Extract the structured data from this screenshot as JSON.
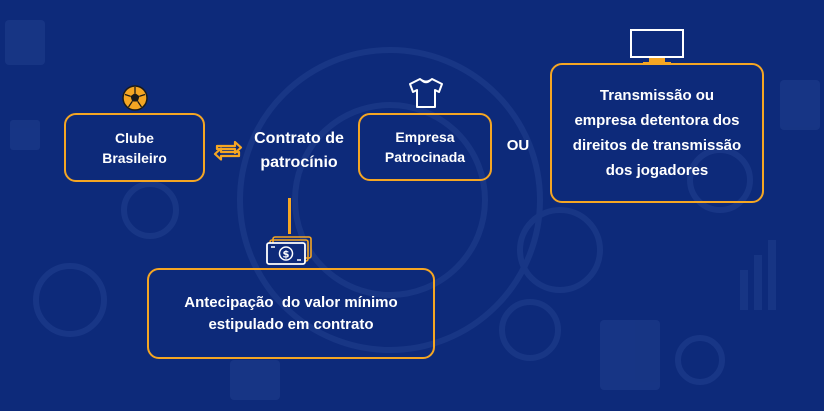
{
  "colors": {
    "background": "#0d2a7a",
    "accent": "#f5a623",
    "text": "#ffffff"
  },
  "nodes": {
    "clube": {
      "label_line1": "Clube",
      "label_line2": "Brasileiro",
      "icon": "soccer-ball-icon"
    },
    "contrato": {
      "label_line1": "Contrato de",
      "label_line2": "patrocínio",
      "icon": "exchange-arrows-icon"
    },
    "empresa": {
      "label_line1": "Empresa",
      "label_line2": "Patrocinada",
      "icon": "tshirt-icon"
    },
    "ou": {
      "label": "OU"
    },
    "transmissao": {
      "label_line1": "Transmissão ou",
      "label_line2": "empresa detentora dos",
      "label_line3": "direitos de transmissão",
      "label_line4": "dos jogadores",
      "icon": "tv-monitor-icon"
    },
    "antecipacao": {
      "label_line1": "Antecipação  do valor mínimo",
      "label_line2": "estipulado em contrato",
      "icon": "money-bills-icon"
    }
  }
}
